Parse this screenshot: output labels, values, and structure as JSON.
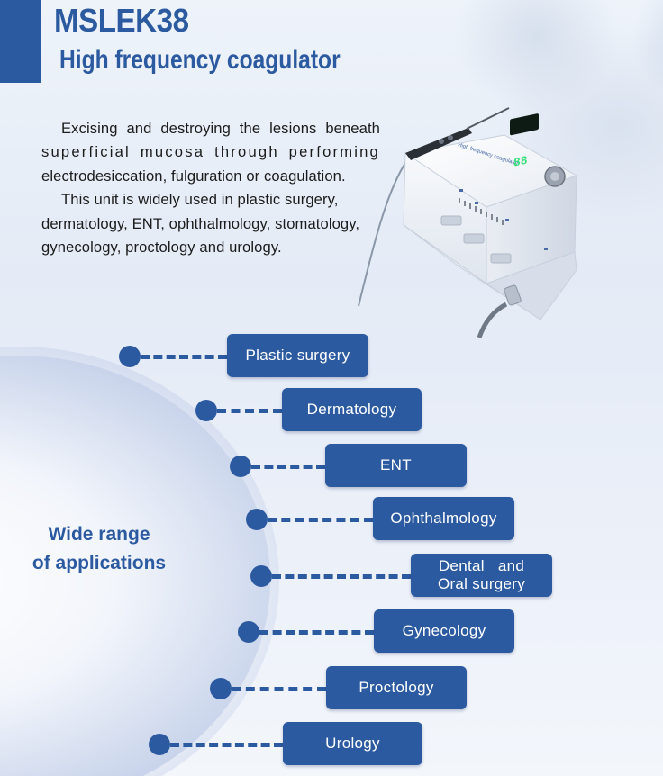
{
  "header": {
    "model": "MSLEK38",
    "subtitle": "High frequency coagulator"
  },
  "description": {
    "lines": [
      "Excising and destroying the lesions beneath",
      "superficial mucosa through performing",
      "electrodesiccation, fulguration or coagulation.",
      "This unit is widely used in plastic surgery,",
      "dermatology, ENT, ophthalmology, stomatology,",
      "gynecology, proctology and urology."
    ]
  },
  "device": {
    "display_value": "88",
    "panel_text": "High frequency coagulator"
  },
  "applications": {
    "heading_line1": "Wide range",
    "heading_line2": "of applications",
    "items": [
      "Plastic surgery",
      "Dermatology",
      "ENT",
      "Ophthalmology",
      "Dental   and",
      "Gynecology",
      "Proctology",
      "Urology"
    ],
    "item5_line2": "Oral surgery"
  },
  "colors": {
    "brand_blue": "#2c5aa0",
    "display_green": "#38e07a"
  }
}
